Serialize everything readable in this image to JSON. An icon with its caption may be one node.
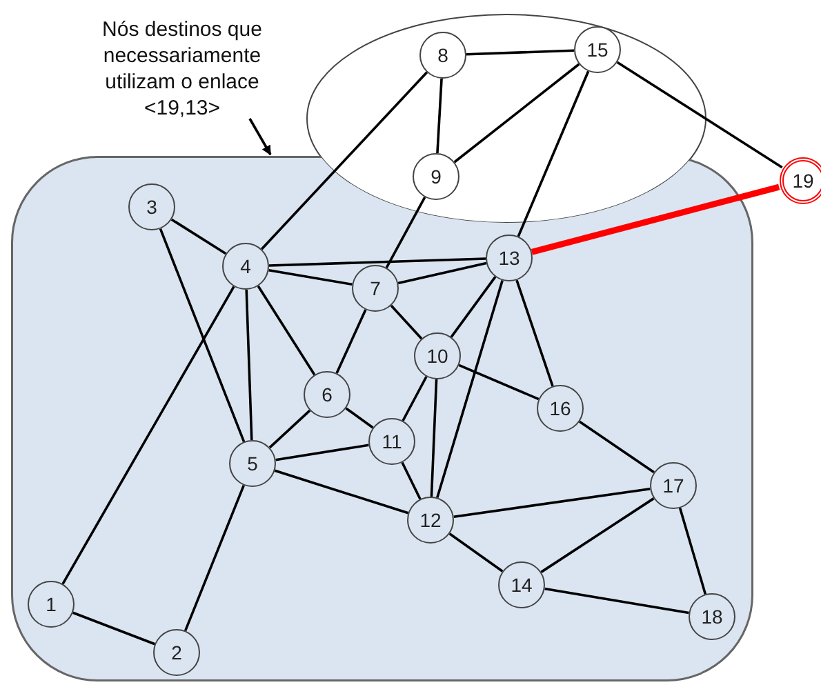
{
  "diagram": {
    "nodes": [
      {
        "text": [
          "Nós destinos que necessariamente utilizam o enlace <19,13>"
        ]
      },
      {
        "text": [],
        "shape": "ellipse"
      },
      {
        "text": [],
        "shape": "box"
      },
      {
        "text": [
          "1"
        ],
        "in": 2
      },
      {
        "text": [
          "2"
        ],
        "in": 2
      },
      {
        "text": [
          "3"
        ],
        "in": 2
      },
      {
        "text": [
          "4"
        ],
        "in": 2
      },
      {
        "text": [
          "5"
        ],
        "in": 2
      },
      {
        "text": [
          "6"
        ],
        "in": 2
      },
      {
        "text": [
          "7"
        ],
        "in": 2
      },
      {
        "text": [
          "8"
        ],
        "in": 1
      },
      {
        "text": [
          "9"
        ],
        "in": 1
      },
      {
        "text": [
          "10"
        ],
        "in": 2
      },
      {
        "text": [
          "11"
        ],
        "in": 2
      },
      {
        "text": [
          "12"
        ],
        "in": 2
      },
      {
        "text": [
          "13"
        ],
        "in": 2
      },
      {
        "text": [
          "14"
        ],
        "in": 2
      },
      {
        "text": [
          "15"
        ],
        "in": 1
      },
      {
        "text": [
          "16"
        ],
        "in": 2
      },
      {
        "text": [
          "17"
        ],
        "in": 2
      },
      {
        "text": [
          "18"
        ],
        "in": 2
      },
      {
        "text": [
          "19"
        ]
      }
    ],
    "edges": [
      {
        "from": 0,
        "to": 2,
        "arrow": "to"
      },
      {
        "from": 10,
        "to": 17,
        "arrow": "none"
      },
      {
        "from": 10,
        "to": 6,
        "arrow": "none"
      },
      {
        "from": 10,
        "to": 11,
        "arrow": "none"
      },
      {
        "from": 17,
        "to": 11,
        "arrow": "none"
      },
      {
        "from": 17,
        "to": 15,
        "arrow": "none"
      },
      {
        "from": 17,
        "to": 21,
        "arrow": "none"
      },
      {
        "from": 21,
        "to": 15,
        "arrow": "none",
        "style": "thick",
        "color": "#ff0000"
      },
      {
        "from": 11,
        "to": 9,
        "arrow": "none"
      },
      {
        "from": 5,
        "to": 6,
        "arrow": "none"
      },
      {
        "from": 5,
        "to": 7,
        "arrow": "none"
      },
      {
        "from": 6,
        "to": 15,
        "arrow": "none"
      },
      {
        "from": 6,
        "to": 9,
        "arrow": "none"
      },
      {
        "from": 6,
        "to": 3,
        "arrow": "none"
      },
      {
        "from": 6,
        "to": 7,
        "arrow": "none"
      },
      {
        "from": 6,
        "to": 8,
        "arrow": "none"
      },
      {
        "from": 9,
        "to": 15,
        "arrow": "none"
      },
      {
        "from": 9,
        "to": 8,
        "arrow": "none"
      },
      {
        "from": 9,
        "to": 12,
        "arrow": "none"
      },
      {
        "from": 15,
        "to": 12,
        "arrow": "none"
      },
      {
        "from": 15,
        "to": 14,
        "arrow": "none"
      },
      {
        "from": 15,
        "to": 18,
        "arrow": "none"
      },
      {
        "from": 8,
        "to": 7,
        "arrow": "none"
      },
      {
        "from": 8,
        "to": 13,
        "arrow": "none"
      },
      {
        "from": 7,
        "to": 13,
        "arrow": "none"
      },
      {
        "from": 7,
        "to": 14,
        "arrow": "none"
      },
      {
        "from": 7,
        "to": 4,
        "arrow": "none"
      },
      {
        "from": 3,
        "to": 4,
        "arrow": "none"
      },
      {
        "from": 12,
        "to": 13,
        "arrow": "none"
      },
      {
        "from": 12,
        "to": 14,
        "arrow": "none"
      },
      {
        "from": 12,
        "to": 18,
        "arrow": "none"
      },
      {
        "from": 13,
        "to": 14,
        "arrow": "none"
      },
      {
        "from": 18,
        "to": 19,
        "arrow": "none"
      },
      {
        "from": 14,
        "to": 19,
        "arrow": "none"
      },
      {
        "from": 14,
        "to": 16,
        "arrow": "none"
      },
      {
        "from": 16,
        "to": 19,
        "arrow": "none"
      },
      {
        "from": 19,
        "to": 20,
        "arrow": "none"
      },
      {
        "from": 16,
        "to": 20,
        "arrow": "none"
      }
    ]
  }
}
